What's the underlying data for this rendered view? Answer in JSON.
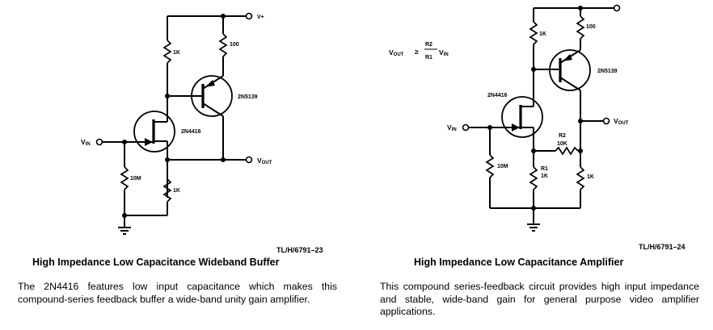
{
  "left": {
    "fig_id": "TL/H/6791–23",
    "title": "High Impedance Low Capacitance Wideband Buffer",
    "description": "The 2N4416 features low input capacitance which makes this compound-series feedback buffer a wide-band unity gain amplifier.",
    "labels": {
      "vplus": "V+",
      "vin_v": "V",
      "vin_sub": "IN",
      "vout_v": "V",
      "vout_sub": "OUT",
      "r_1k_top": "1K",
      "r_100": "100",
      "q_2n5139": "2N5139",
      "q_2n4416": "2N4416",
      "r_10m": "10M",
      "r_1k_bottom": "1K"
    }
  },
  "right": {
    "fig_id": "TL/H/6791–24",
    "title": "High Impedance Low Capacitance Amplifier",
    "description": "This compound series-feedback circuit provides high input impedance and stable, wide-band gain for general purpose video amplifier applications.",
    "equation": {
      "lhs_v": "V",
      "lhs_sub": "OUT",
      "ge": "≥",
      "num": "R2",
      "den": "R1",
      "rhs_v": "V",
      "rhs_sub": "IN"
    },
    "labels": {
      "r_1k_top": "1K",
      "r_100": "100",
      "q_2n5139": "2N5139",
      "q_2n4416": "2N4416",
      "vout_v": "V",
      "vout_sub": "OUT",
      "vin_v": "V",
      "vin_sub": "IN",
      "r2_name": "R2",
      "r2_value": "10K",
      "r1_name": "R1",
      "r1_value": "1K",
      "r_10m": "10M",
      "r_1k_right": "1K"
    }
  }
}
